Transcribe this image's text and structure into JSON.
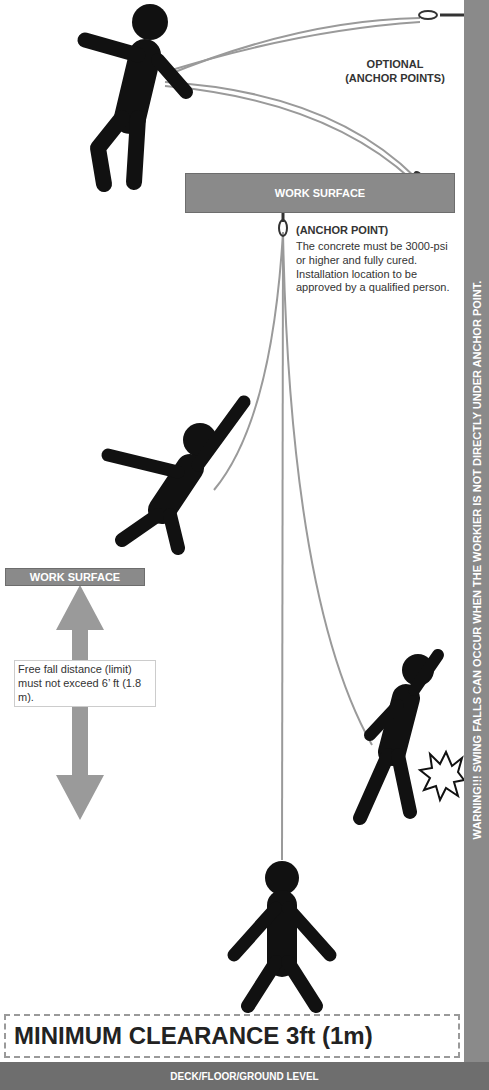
{
  "diagram": {
    "nodes": [
      {
        "text": [
          "WORK SURFACE"
        ]
      },
      {
        "text": [
          "WORK SURFACE"
        ]
      },
      {
        "text": [
          "MINIMUM CLEARANCE 3ft (1m)"
        ]
      },
      {
        "text": [
          "DECK/FLOOR/GROUND LEVEL"
        ]
      },
      {
        "text": [
          "WARNING!!! SWING FALLS CAN OCCUR WHEN THE WORKIER IS NOT DIRECTLY UNDER ANCHOR POINT."
        ]
      }
    ],
    "labels": [
      "OPTIONAL",
      "(ANCHOR POINTS)",
      "(ANCHOR POINT)",
      "The concrete must be 3000-psi or higher and fully cured. Installation location to be approved by a qualified person.",
      "Free fall distance (limit) must not exceed 6’ ft (1.8 m)."
    ]
  }
}
